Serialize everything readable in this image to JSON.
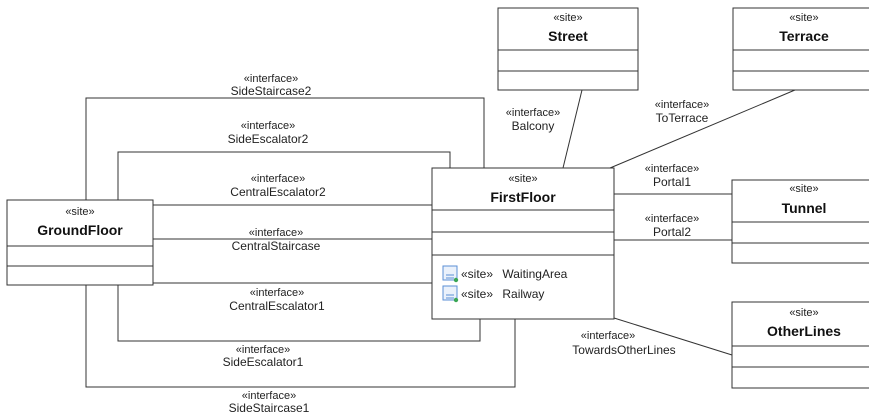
{
  "colors": {
    "line": "#333333",
    "background": "#ffffff",
    "part_icon": "#5b8fd6"
  },
  "sites": {
    "groundfloor": {
      "stereotype": "«site»",
      "name": "GroundFloor"
    },
    "firstfloor": {
      "stereotype": "«site»",
      "name": "FirstFloor",
      "parts": [
        {
          "stereotype": "«site»",
          "name": "WaitingArea",
          "icon": "part-icon"
        },
        {
          "stereotype": "«site»",
          "name": "Railway",
          "icon": "part-icon"
        }
      ]
    },
    "street": {
      "stereotype": "«site»",
      "name": "Street"
    },
    "terrace": {
      "stereotype": "«site»",
      "name": "Terrace"
    },
    "tunnel": {
      "stereotype": "«site»",
      "name": "Tunnel"
    },
    "otherlines": {
      "stereotype": "«site»",
      "name": "OtherLines"
    }
  },
  "interfaces": {
    "sidestaircase2": {
      "stereotype": "«interface»",
      "name": "SideStaircase2"
    },
    "sideescalator2": {
      "stereotype": "«interface»",
      "name": "SideEscalator2"
    },
    "centralescalator2": {
      "stereotype": "«interface»",
      "name": "CentralEscalator2"
    },
    "centralstaircase": {
      "stereotype": "«interface»",
      "name": "CentralStaircase"
    },
    "centralescalator1": {
      "stereotype": "«interface»",
      "name": "CentralEscalator1"
    },
    "sideescalator1": {
      "stereotype": "«interface»",
      "name": "SideEscalator1"
    },
    "sidestaircase1": {
      "stereotype": "«interface»",
      "name": "SideStaircase1"
    },
    "balcony": {
      "stereotype": "«interface»",
      "name": "Balcony"
    },
    "toterrace": {
      "stereotype": "«interface»",
      "name": "ToTerrace"
    },
    "portal1": {
      "stereotype": "«interface»",
      "name": "Portal1"
    },
    "portal2": {
      "stereotype": "«interface»",
      "name": "Portal2"
    },
    "towardsotherlines": {
      "stereotype": "«interface»",
      "name": "TowardsOtherLines"
    }
  }
}
